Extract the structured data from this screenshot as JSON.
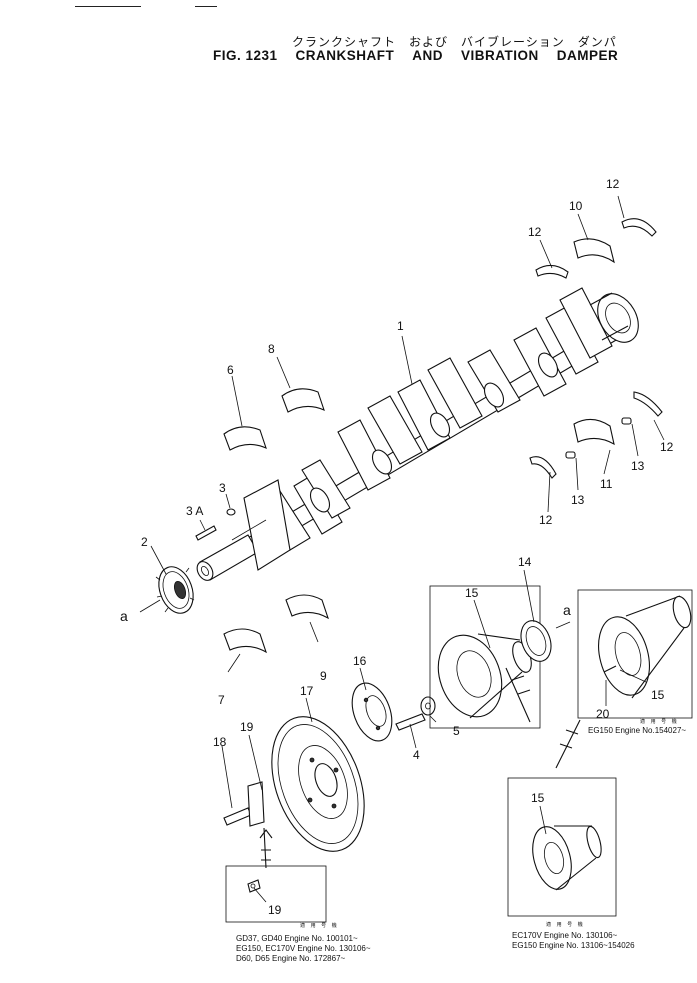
{
  "header": {
    "title_jp": "クランクシャフト　および　バイブレーション　ダンパ",
    "fig_label": "FIG. 1231",
    "title_en_1": "CRANKSHAFT",
    "title_en_2": "AND",
    "title_en_3": "VIBRATION",
    "title_en_4": "DAMPER"
  },
  "callouts": {
    "n1": "1",
    "n2": "2",
    "n3": "3",
    "n3a": "3 A",
    "n4": "4",
    "n5": "5",
    "n6": "6",
    "n7": "7",
    "n8": "8",
    "n9": "9",
    "n10": "10",
    "n11": "11",
    "n12a": "12",
    "n12b": "12",
    "n12c": "12",
    "n12d": "12",
    "n13a": "13",
    "n13b": "13",
    "n14": "14",
    "n15a": "15",
    "n15b": "15",
    "n15c": "15",
    "n16": "16",
    "n17": "17",
    "n18": "18",
    "n19a": "19",
    "n19b": "19",
    "n20": "20",
    "a_left": "a",
    "a_right": "a"
  },
  "applicability": {
    "box_title": "適 用 号 機",
    "lower_left": [
      "GD37,  GD40    Engine No.  100101~",
      "EG150,  EC170V   Engine No.  130106~",
      "D60,    D65      Engine No.  172867~"
    ],
    "right_box": [
      "EG150  Engine No.154027~"
    ],
    "lower_right": [
      "EC170V  Engine No.  130106~",
      "EG150   Engine No.  13106~154026"
    ]
  }
}
